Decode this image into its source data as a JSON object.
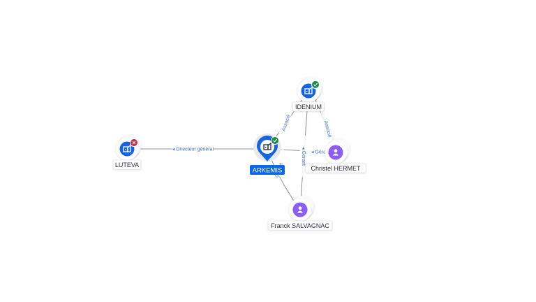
{
  "colors": {
    "company": "#1565e0",
    "person": "#8b5cf6",
    "edge": "#8a8fa6",
    "edge_label": "#4a6fd6",
    "ok_badge": "#1a8a4a",
    "closed_badge": "#d4234a",
    "main_label_bg": "#0a67e8"
  },
  "nodes": [
    {
      "id": "arkemis",
      "label": "ARKEMIS",
      "kind": "company",
      "main": true,
      "badge": "ok",
      "icon": "building-icon"
    },
    {
      "id": "idenium",
      "label": "IDENIUM",
      "kind": "company",
      "badge": "ok",
      "icon": "building-icon"
    },
    {
      "id": "luteva",
      "label": "LUTEVA",
      "kind": "company",
      "badge": "closed",
      "icon": "building-icon"
    },
    {
      "id": "hermet",
      "label": "Christel HERMET",
      "kind": "person",
      "icon": "person-icon"
    },
    {
      "id": "salvagnac",
      "label": "Franck SALVAGNAC",
      "kind": "person",
      "icon": "person-icon"
    }
  ],
  "edges": [
    {
      "from": "luteva",
      "to": "arkemis",
      "label": "Directeur général"
    },
    {
      "from": "arkemis",
      "to": "idenium",
      "label": "Associé"
    },
    {
      "from": "hermet",
      "to": "arkemis",
      "label": "Gérant"
    },
    {
      "from": "salvagnac",
      "to": "arkemis",
      "label": "Gérant"
    },
    {
      "from": "salvagnac",
      "to": "idenium",
      "label": "Gérant"
    },
    {
      "from": "hermet",
      "to": "idenium",
      "label": "Gérant"
    },
    {
      "from": "hermet",
      "to": "idenium",
      "label": "Associé"
    }
  ]
}
